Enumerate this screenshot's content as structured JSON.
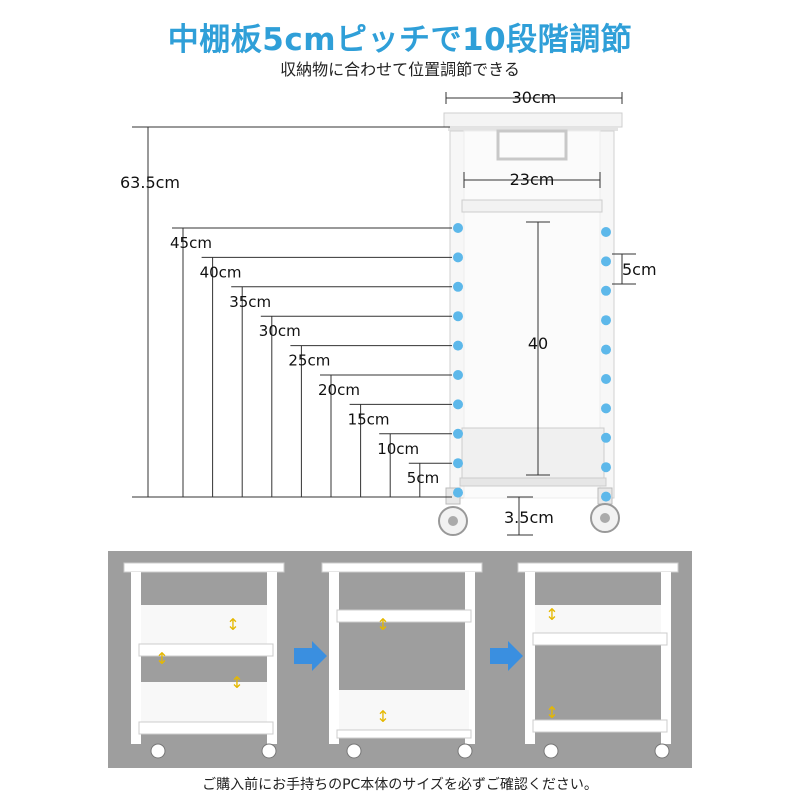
{
  "title": "中棚板5cmピッチで10段階調節",
  "subtitle": "収納物に合わせて位置調節できる",
  "dimensions": {
    "top_width": "30cm",
    "inner_width": "23cm",
    "total_height": "63.5cm",
    "pitch": "5cm",
    "inner_height": "40",
    "caster_height": "3.5cm",
    "shelf_levels": [
      "45cm",
      "40cm",
      "35cm",
      "30cm",
      "25cm",
      "20cm",
      "15cm",
      "10cm",
      "5cm"
    ]
  },
  "footer_note": "ご購入前にお手持ちのPC本体のサイズを必ずご確認ください。",
  "colors": {
    "accent": "#2f9fd8",
    "peg": "#5db8ea",
    "panel_bg": "#9e9e9e",
    "arrow": "#3a8fe0"
  }
}
